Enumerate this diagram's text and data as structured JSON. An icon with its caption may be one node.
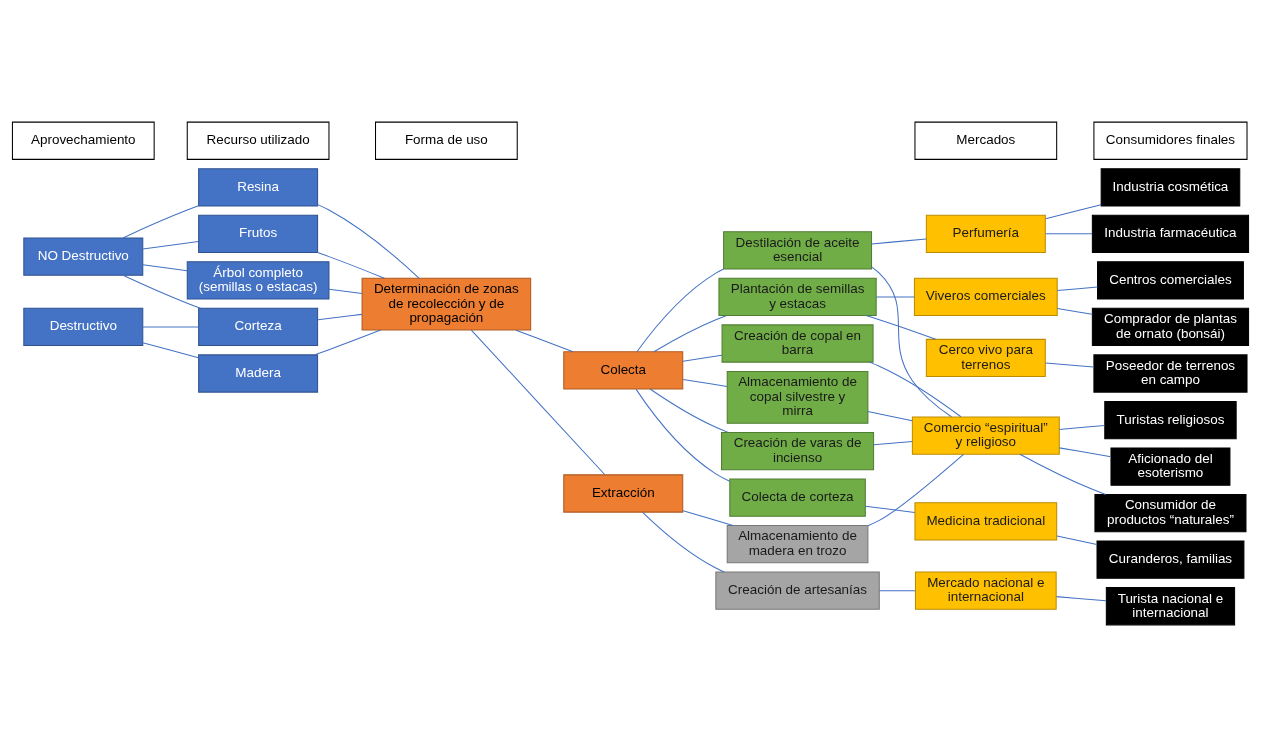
{
  "diagram": {
    "nodes": [
      {
        "text": [
          "Aprovechamiento"
        ]
      },
      {
        "text": [
          "Recurso utilizado"
        ]
      },
      {
        "text": [
          "Forma de uso"
        ]
      },
      {
        "text": [
          "Mercados"
        ]
      },
      {
        "text": [
          "Consumidores finales"
        ]
      },
      {
        "text": [
          "NO Destructivo"
        ]
      },
      {
        "text": [
          "Destructivo"
        ]
      },
      {
        "text": [
          "Resina"
        ]
      },
      {
        "text": [
          "Frutos"
        ]
      },
      {
        "text": [
          "Árbol completo (semillas o estacas)"
        ]
      },
      {
        "text": [
          "Corteza"
        ]
      },
      {
        "text": [
          "Madera"
        ]
      },
      {
        "text": [
          "Determinación de zonas de recolección y de propagación"
        ]
      },
      {
        "text": [
          "Colecta"
        ]
      },
      {
        "text": [
          "Extracción"
        ]
      },
      {
        "text": [
          "Destilación de aceite esencial"
        ]
      },
      {
        "text": [
          "Plantación de semillas y estacas"
        ]
      },
      {
        "text": [
          "Creación de copal en barra"
        ]
      },
      {
        "text": [
          "Almacenamiento de copal silvestre y mirra"
        ]
      },
      {
        "text": [
          "Creación de varas de incienso"
        ]
      },
      {
        "text": [
          "Colecta de corteza"
        ]
      },
      {
        "text": [
          "Almacenamiento de madera en trozo"
        ]
      },
      {
        "text": [
          "Creación de artesanías"
        ]
      },
      {
        "text": [
          "Perfumería"
        ]
      },
      {
        "text": [
          "Viveros comerciales"
        ]
      },
      {
        "text": [
          "Cerco vivo para terrenos"
        ]
      },
      {
        "text": [
          "Comercio “espiritual” y religioso"
        ]
      },
      {
        "text": [
          "Medicina tradicional"
        ]
      },
      {
        "text": [
          "Mercado nacional e internacional"
        ]
      },
      {
        "text": [
          "Industria cosmética"
        ]
      },
      {
        "text": [
          "Industria farmacéutica"
        ]
      },
      {
        "text": [
          "Centros comerciales"
        ]
      },
      {
        "text": [
          "Comprador de plantas de ornato (bonsái)"
        ]
      },
      {
        "text": [
          "Poseedor de terrenos en campo"
        ]
      },
      {
        "text": [
          "Turistas religiosos"
        ]
      },
      {
        "text": [
          "Aficionado del esoterismo"
        ]
      },
      {
        "text": [
          "Consumidor de productos “naturales”"
        ]
      },
      {
        "text": [
          "Curanderos, familias"
        ]
      },
      {
        "text": [
          "Turista nacional e internacional"
        ]
      }
    ],
    "edges": [
      {
        "from": 5,
        "to": 7,
        "arrow": "none"
      },
      {
        "from": 5,
        "to": 8,
        "arrow": "none"
      },
      {
        "from": 5,
        "to": 9,
        "arrow": "none"
      },
      {
        "from": 5,
        "to": 10,
        "arrow": "none"
      },
      {
        "from": 6,
        "to": 10,
        "arrow": "none"
      },
      {
        "from": 6,
        "to": 11,
        "arrow": "none"
      },
      {
        "from": 7,
        "to": 12,
        "arrow": "none"
      },
      {
        "from": 8,
        "to": 12,
        "arrow": "none"
      },
      {
        "from": 9,
        "to": 12,
        "arrow": "none"
      },
      {
        "from": 10,
        "to": 12,
        "arrow": "none"
      },
      {
        "from": 11,
        "to": 12,
        "arrow": "none"
      },
      {
        "from": 12,
        "to": 13,
        "arrow": "none"
      },
      {
        "from": 12,
        "to": 14,
        "arrow": "none"
      },
      {
        "from": 13,
        "to": 15,
        "arrow": "none"
      },
      {
        "from": 13,
        "to": 16,
        "arrow": "none"
      },
      {
        "from": 13,
        "to": 17,
        "arrow": "none"
      },
      {
        "from": 13,
        "to": 18,
        "arrow": "none"
      },
      {
        "from": 13,
        "to": 19,
        "arrow": "none"
      },
      {
        "from": 13,
        "to": 20,
        "arrow": "none"
      },
      {
        "from": 14,
        "to": 21,
        "arrow": "none"
      },
      {
        "from": 14,
        "to": 22,
        "arrow": "none"
      },
      {
        "from": 15,
        "to": 23,
        "arrow": "none"
      },
      {
        "from": 15,
        "to": 26,
        "arrow": "none"
      },
      {
        "from": 16,
        "to": 24,
        "arrow": "none"
      },
      {
        "from": 16,
        "to": 25,
        "arrow": "none"
      },
      {
        "from": 17,
        "to": 26,
        "arrow": "none"
      },
      {
        "from": 18,
        "to": 26,
        "arrow": "none"
      },
      {
        "from": 19,
        "to": 26,
        "arrow": "none"
      },
      {
        "from": 21,
        "to": 26,
        "arrow": "none"
      },
      {
        "from": 20,
        "to": 27,
        "arrow": "none"
      },
      {
        "from": 22,
        "to": 28,
        "arrow": "none"
      },
      {
        "from": 23,
        "to": 29,
        "arrow": "none"
      },
      {
        "from": 23,
        "to": 30,
        "arrow": "none"
      },
      {
        "from": 24,
        "to": 31,
        "arrow": "none"
      },
      {
        "from": 24,
        "to": 32,
        "arrow": "none"
      },
      {
        "from": 25,
        "to": 33,
        "arrow": "none"
      },
      {
        "from": 26,
        "to": 34,
        "arrow": "none"
      },
      {
        "from": 26,
        "to": 35,
        "arrow": "none"
      },
      {
        "from": 26,
        "to": 36,
        "arrow": "none"
      },
      {
        "from": 27,
        "to": 37,
        "arrow": "none"
      },
      {
        "from": 28,
        "to": 38,
        "arrow": "none"
      }
    ]
  }
}
